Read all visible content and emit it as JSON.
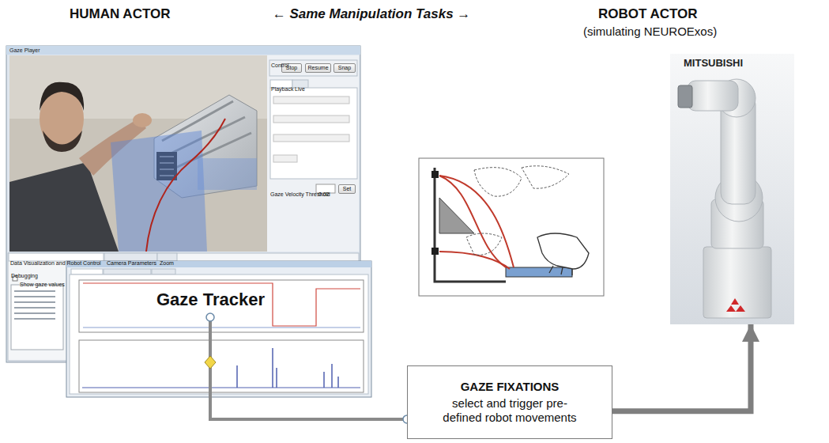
{
  "diagram": {
    "nodes": [
      {
        "text": [
          "Gaze Player"
        ]
      },
      {
        "text": [
          "Stop"
        ],
        "in": 0
      },
      {
        "text": [
          "Resume"
        ],
        "in": 0
      },
      {
        "text": [
          "Snap"
        ],
        "in": 0
      },
      {
        "text": [
          "Set"
        ],
        "in": 0
      },
      {
        "text": [
          "Gaze Tracker"
        ]
      },
      {
        "text": [
          "GAZE FIXATIONS",
          "select and trigger pre-defined robot movements"
        ]
      },
      {
        "text": [
          "MITSUBISHI"
        ]
      }
    ],
    "edges": [
      {
        "from": 5,
        "to": 6,
        "arrow": "to"
      },
      {
        "from": 6,
        "to": 7,
        "arrow": "to"
      }
    ],
    "labels": [
      "HUMAN ACTOR",
      "← Same Manipulation Tasks →",
      "ROBOT ACTOR",
      "(simulating NEUROExos)",
      "Control",
      "Playback",
      "Live",
      "Gaze Velocity Threshold",
      "0.02",
      "Data Visualization and Robot Control",
      "Camera Parameters",
      "Zoom",
      "Debugging",
      "Show gaze values"
    ]
  }
}
